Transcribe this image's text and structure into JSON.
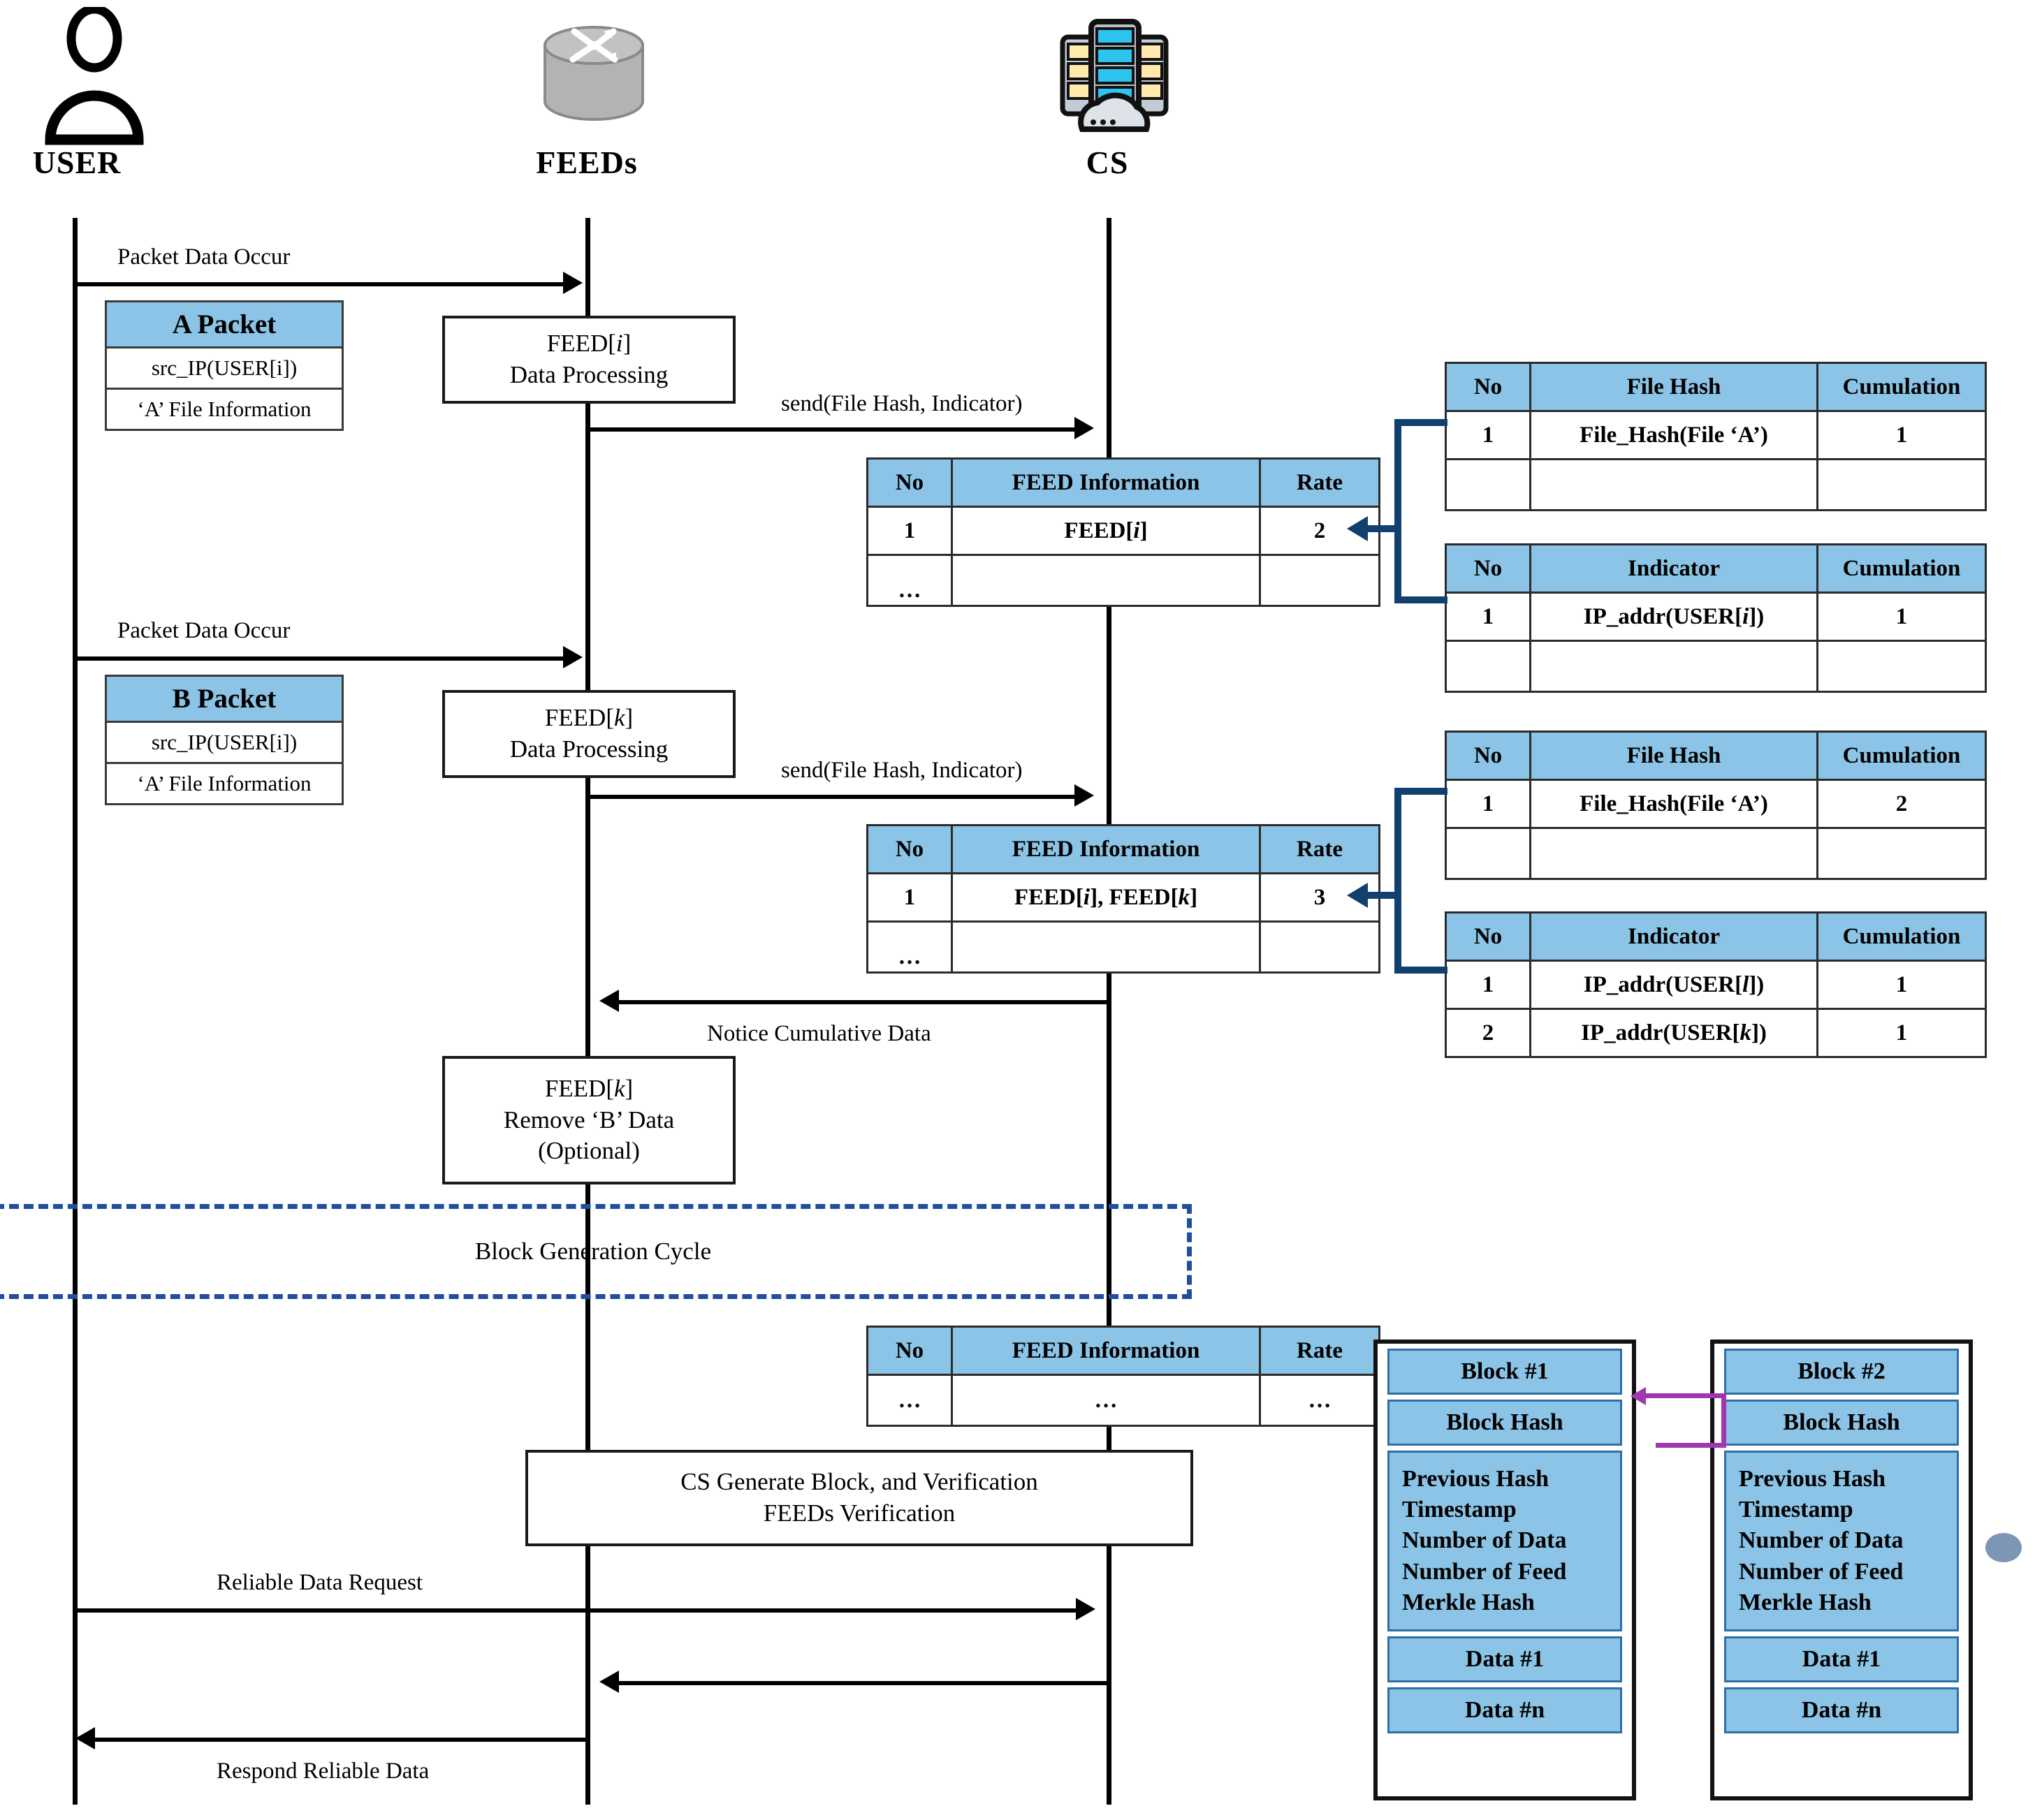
{
  "diagram": {
    "title": "FEED / CS blockchain sequence diagram",
    "accent_blue": "#8BC4E6",
    "connector_blue": "#11406e",
    "cycle_border": "#1F4E9C",
    "chain_link": "#A036B0"
  },
  "actors": [
    {
      "name": "USER",
      "icon": "user-icon"
    },
    {
      "name": "FEEDs",
      "icon": "router-icon"
    },
    {
      "name": "CS",
      "icon": "cloud-server-icon"
    }
  ],
  "messages": {
    "packet_data_occur_1": "Packet Data Occur",
    "packet_data_occur_2": "Packet Data Occur",
    "send_1": "send(File Hash, Indicator)",
    "send_2": "send(File Hash, Indicator)",
    "notice": "Notice Cumulative Data",
    "reliable_request": "Reliable Data Request",
    "respond_reliable": "Respond Reliable Data"
  },
  "packets": [
    {
      "title": "A Packet",
      "src": "src_IP(USER[i])",
      "file": "‘A’ File Information"
    },
    {
      "title": "B Packet",
      "src": "src_IP(USER[i])",
      "file": "‘A’ File Information"
    }
  ],
  "process_boxes": [
    {
      "lines": [
        "FEED[i]",
        "Data Processing"
      ]
    },
    {
      "lines": [
        "FEED[k]",
        "Data Processing"
      ]
    },
    {
      "lines": [
        "FEED[k]",
        "Remove ‘B’ Data",
        "(Optional)"
      ]
    },
    {
      "lines": [
        "CS Generate Block, and Verification",
        "FEEDs Verification"
      ]
    }
  ],
  "cycle": {
    "label": "Block Generation Cycle"
  },
  "feed_tables": [
    {
      "headers": [
        "No",
        "FEED Information",
        "Rate"
      ],
      "rows": [
        [
          "1",
          "FEED[i]",
          "2"
        ],
        [
          "…",
          "",
          ""
        ]
      ]
    },
    {
      "headers": [
        "No",
        "FEED Information",
        "Rate"
      ],
      "rows": [
        [
          "1",
          "FEED[i], FEED[k]",
          "3"
        ],
        [
          "…",
          "",
          ""
        ]
      ]
    },
    {
      "headers": [
        "No",
        "FEED Information",
        "Rate"
      ],
      "rows": [
        [
          "…",
          "…",
          "…"
        ]
      ]
    }
  ],
  "hash_tables": [
    {
      "headers": [
        "No",
        "File Hash",
        "Cumulation"
      ],
      "rows": [
        [
          "1",
          "File_Hash(File ‘A’)",
          "1"
        ],
        [
          "",
          "",
          ""
        ]
      ]
    },
    {
      "headers": [
        "No",
        "File Hash",
        "Cumulation"
      ],
      "rows": [
        [
          "1",
          "File_Hash(File ‘A’)",
          "2"
        ],
        [
          "",
          "",
          ""
        ]
      ]
    }
  ],
  "indicator_tables": [
    {
      "headers": [
        "No",
        "Indicator",
        "Cumulation"
      ],
      "rows": [
        [
          "1",
          "IP_addr(USER[i])",
          "1"
        ],
        [
          "",
          "",
          ""
        ]
      ]
    },
    {
      "headers": [
        "No",
        "Indicator",
        "Cumulation"
      ],
      "rows": [
        [
          "1",
          "IP_addr(USER[l])",
          "1"
        ],
        [
          "2",
          "IP_addr(USER[k])",
          "1"
        ]
      ]
    }
  ],
  "blocks": [
    {
      "title": "Block #1",
      "hash_label": "Block Hash",
      "body": [
        "Previous Hash",
        "Timestamp",
        "Number of Data",
        "Number of Feed",
        "Merkle Hash"
      ],
      "data_first": "Data #1",
      "data_last": "Data #n"
    },
    {
      "title": "Block #2",
      "hash_label": "Block Hash",
      "body": [
        "Previous Hash",
        "Timestamp",
        "Number of Data",
        "Number of Feed",
        "Merkle Hash"
      ],
      "data_first": "Data #1",
      "data_last": "Data #n"
    }
  ]
}
